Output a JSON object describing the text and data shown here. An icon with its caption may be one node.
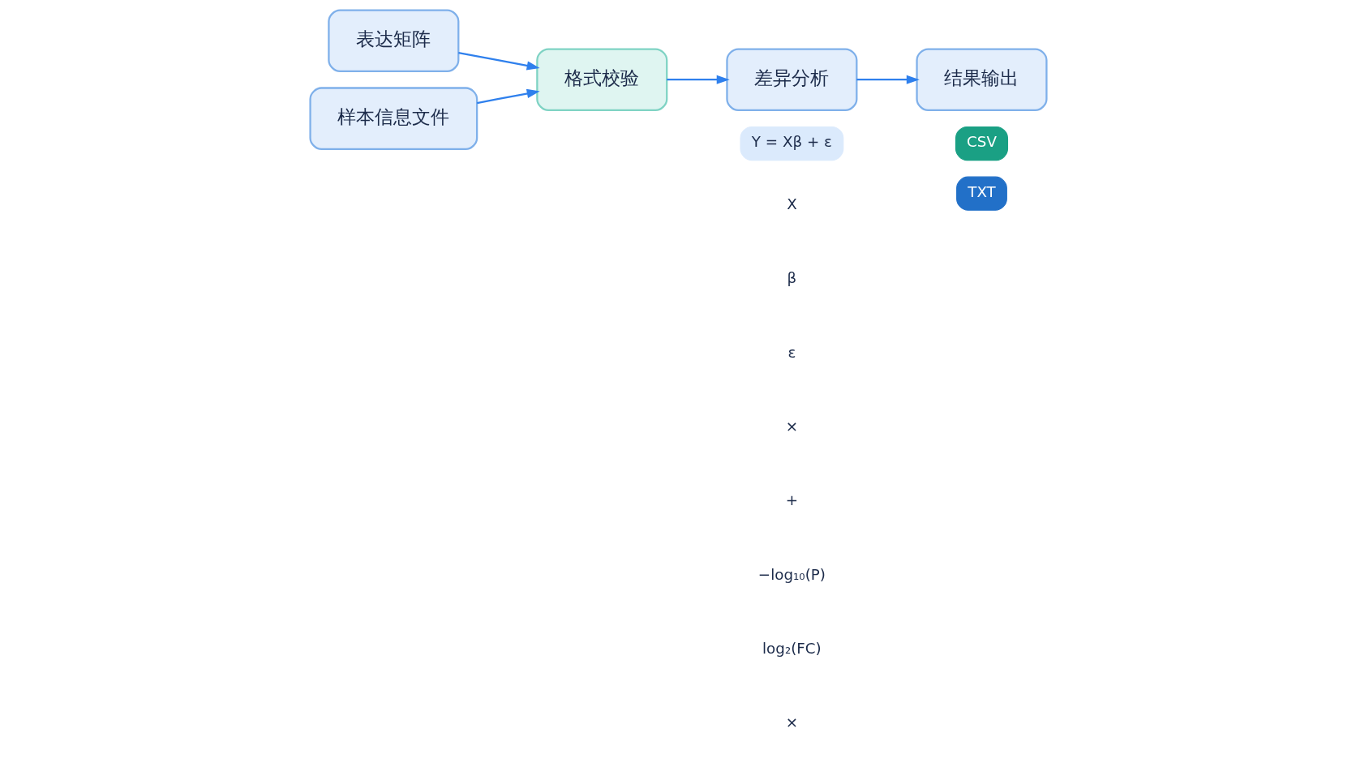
{
  "diagram": {
    "nodes": [
      {
        "text": [
          "表达矩阵"
        ]
      },
      {
        "text": [
          "样本信息文件"
        ]
      },
      {
        "text": [
          "格式校验"
        ]
      },
      {
        "text": [
          "差异分析"
        ]
      },
      {
        "text": [
          "结果输出"
        ]
      }
    ],
    "edges": [
      {
        "from": 0,
        "to": 2,
        "arrow": "to"
      },
      {
        "from": 1,
        "to": 2,
        "arrow": "to"
      },
      {
        "from": 2,
        "to": 3,
        "arrow": "to"
      },
      {
        "from": 3,
        "to": 4,
        "arrow": "to"
      }
    ],
    "labels": [
      "Y = Xβ + ε",
      "X",
      "β",
      "ε",
      "×",
      "+",
      "−log₁₀(P)",
      "log₂(FC)",
      "×",
      "CSV",
      "TXT"
    ]
  }
}
